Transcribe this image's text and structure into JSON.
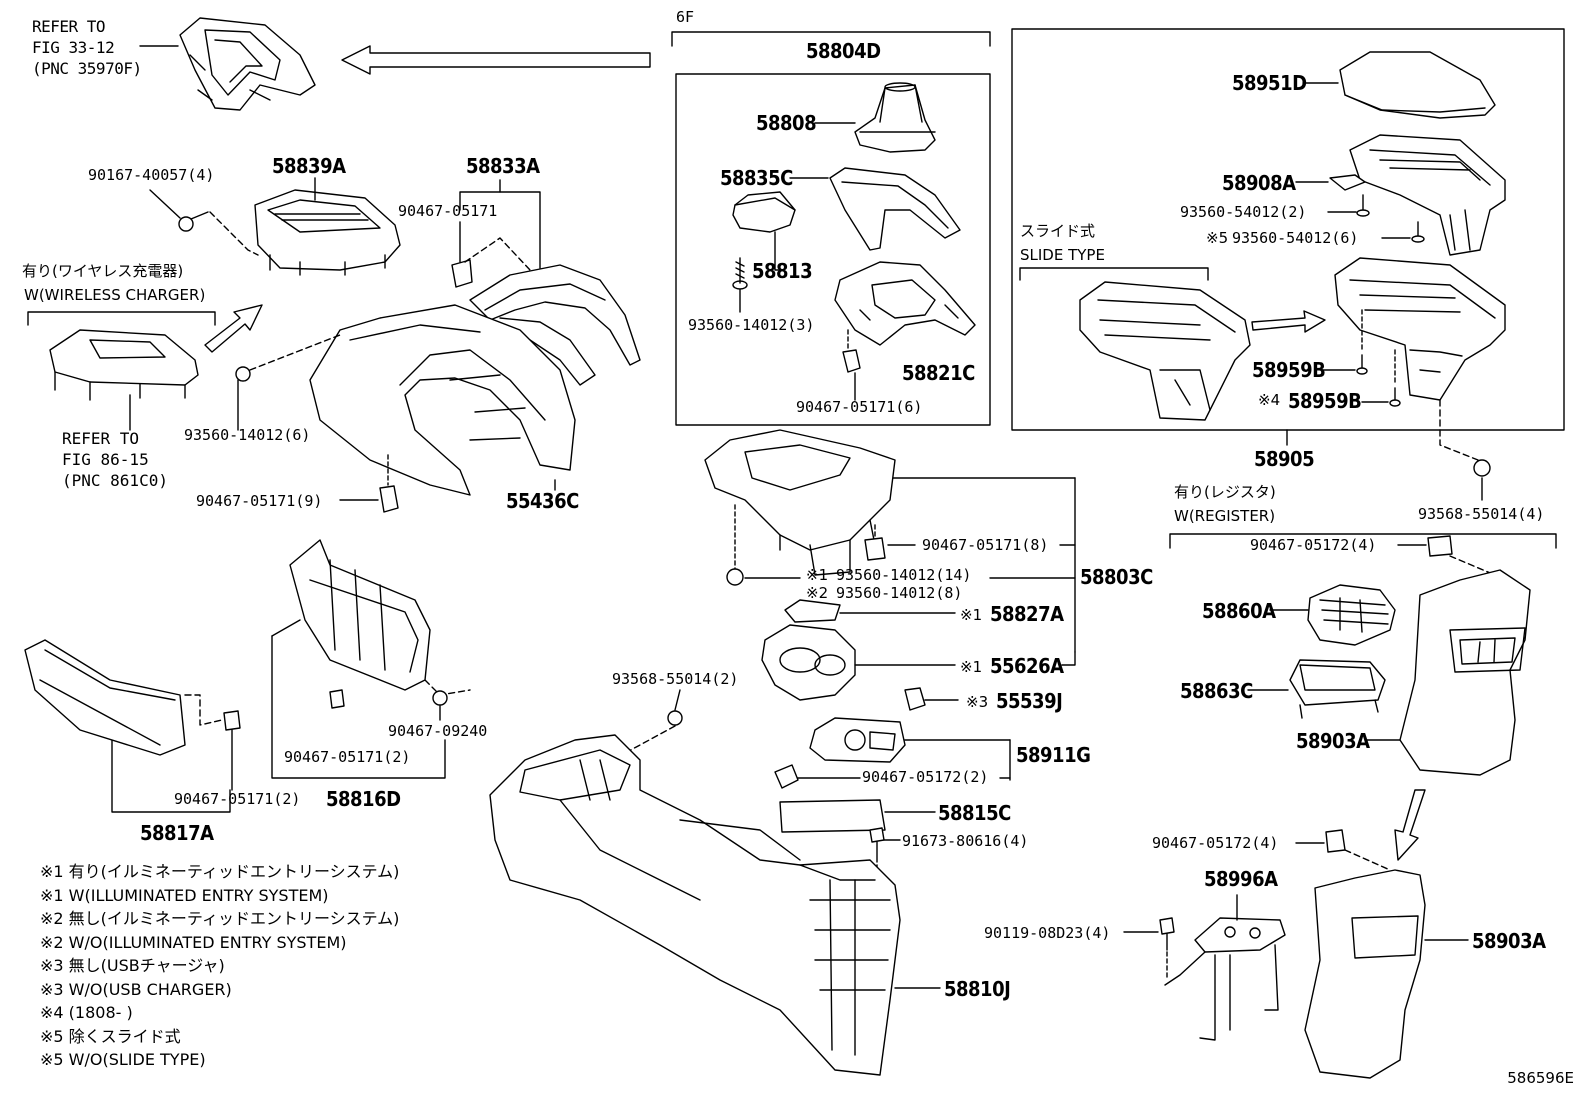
{
  "labels": {
    "refer_fig_33": [
      "REFER TO",
      "FIG 33-12",
      "(PNC 35970F)"
    ],
    "label_6f": "6F",
    "p58804D": "58804D",
    "p58808": "58808",
    "p58835C": "58835C",
    "p58813": "58813",
    "p93560_14012_3": "93560-14012(3)",
    "p58821C": "58821C",
    "p90467_05171_6": "90467-05171(6)",
    "p90167_40057_4": "90167-40057(4)",
    "p58839A": "58839A",
    "p58833A": "58833A",
    "p90467_05171": "90467-05171",
    "wireless_jp": "有り(ワイヤレス充電器)",
    "wireless_en": "W(WIRELESS CHARGER)",
    "p93560_14012_6": "93560-14012(6)",
    "refer_fig_86": [
      "REFER TO",
      "FIG 86-15",
      "(PNC 861C0)"
    ],
    "p90467_05171_9": "90467-05171(9)",
    "p55436C": "55436C",
    "p58951D": "58951D",
    "p58908A": "58908A",
    "p93560_54012_2": "93560-54012(2)",
    "p93560_54012_6": "93560-54012(6)",
    "mark5": "※5",
    "slide_jp": "スライド式",
    "slide_en": "SLIDE TYPE",
    "p58959B_a": "58959B",
    "p58959B_b": "58959B",
    "mark4": "※4",
    "p58905": "58905",
    "register_jp": "有り(レジスタ)",
    "register_en": "W(REGISTER)",
    "p93568_55014_4": "93568-55014(4)",
    "p90467_05171_8": "90467-05171(8)",
    "mark1a": "※1",
    "p93560_14012_14": "93560-14012(14)",
    "mark2a": "※2",
    "p93560_14012_8": "93560-14012(8)",
    "p58803C": "58803C",
    "mark1b": "※1",
    "p58827A": "58827A",
    "mark1c": "※1",
    "p55626A": "55626A",
    "p93568_55014_2": "93568-55014(2)",
    "mark3": "※3",
    "p55539J": "55539J",
    "p58911G": "58911G",
    "p90467_05172_2": "90467-05172(2)",
    "p58815C": "58815C",
    "p91673_80616_4": "91673-80616(4)",
    "p58810J": "58810J",
    "p90467_05172_4a": "90467-05172(4)",
    "p58860A": "58860A",
    "p58863C": "58863C",
    "p58903A_a": "58903A",
    "p90467_05172_4b": "90467-05172(4)",
    "p58996A": "58996A",
    "p90119_08D23_4": "90119-08D23(4)",
    "p58903A_b": "58903A",
    "p90467_09240": "90467-09240",
    "p90467_05171_2a": "90467-05171(2)",
    "p58816D": "58816D",
    "p90467_05171_2b": "90467-05171(2)",
    "p58817A": "58817A"
  },
  "legend": [
    "※1  有り(イルミネーティッドエントリーシステム)",
    "※1  W(ILLUMINATED ENTRY SYSTEM)",
    "※2  無し(イルミネーティッドエントリーシステム)",
    "※2  W/O(ILLUMINATED ENTRY SYSTEM)",
    "※3  無し(USBチャージャ)",
    "※3  W/O(USB CHARGER)",
    "※4  (1808-      )",
    "※5  除くスライド式",
    "※5  W/O(SLIDE  TYPE)"
  ],
  "figure_id": "586596E"
}
